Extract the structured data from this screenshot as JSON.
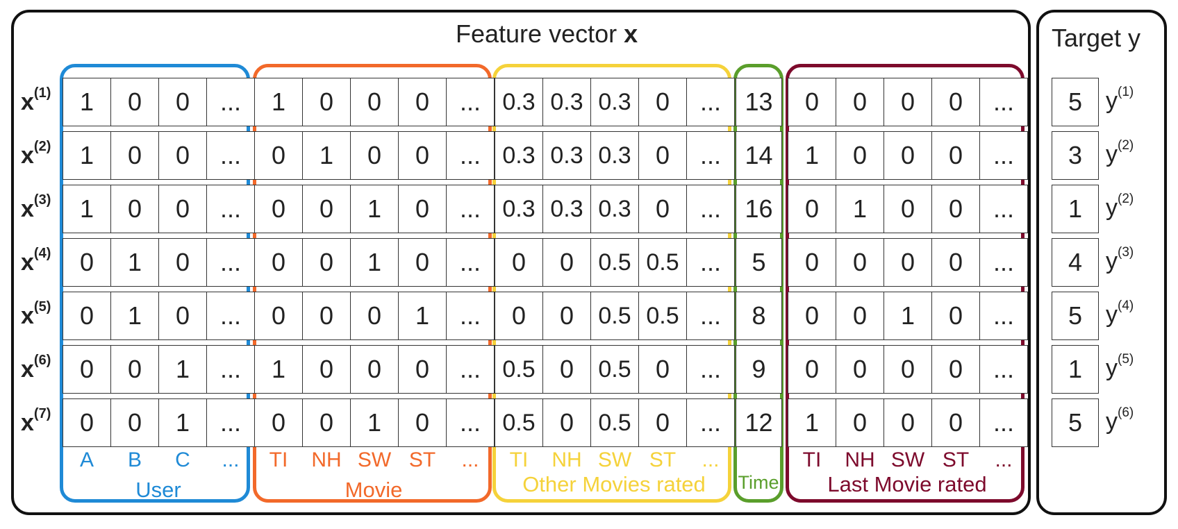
{
  "title": {
    "text": "Feature vector",
    "bold": "x"
  },
  "target_title": "Target y",
  "colors": {
    "user": "#1f8ad6",
    "movie": "#f2692a",
    "other": "#f5d23a",
    "time": "#5a9e2b",
    "last": "#7d0a2c",
    "frame": "#111111"
  },
  "groups": [
    {
      "key": "user",
      "name": "User",
      "subs": [
        "A",
        "B",
        "C",
        "..."
      ]
    },
    {
      "key": "movie",
      "name": "Movie",
      "subs": [
        "TI",
        "NH",
        "SW",
        "ST",
        "..."
      ]
    },
    {
      "key": "other",
      "name": "Other Movies rated",
      "subs": [
        "TI",
        "NH",
        "SW",
        "ST",
        "..."
      ]
    },
    {
      "key": "time",
      "name": "Time",
      "subs": []
    },
    {
      "key": "last",
      "name": "Last Movie rated",
      "subs": [
        "TI",
        "NH",
        "SW",
        "ST",
        "..."
      ]
    }
  ],
  "rows": [
    {
      "label": "x",
      "sup": "(1)",
      "user": [
        "1",
        "0",
        "0",
        "..."
      ],
      "movie": [
        "1",
        "0",
        "0",
        "0",
        "..."
      ],
      "other": [
        "0.3",
        "0.3",
        "0.3",
        "0",
        "..."
      ],
      "time": [
        "13"
      ],
      "last": [
        "0",
        "0",
        "0",
        "0",
        "..."
      ],
      "target": "5",
      "ylabel": "y",
      "ysup": "(1)"
    },
    {
      "label": "x",
      "sup": "(2)",
      "user": [
        "1",
        "0",
        "0",
        "..."
      ],
      "movie": [
        "0",
        "1",
        "0",
        "0",
        "..."
      ],
      "other": [
        "0.3",
        "0.3",
        "0.3",
        "0",
        "..."
      ],
      "time": [
        "14"
      ],
      "last": [
        "1",
        "0",
        "0",
        "0",
        "..."
      ],
      "target": "3",
      "ylabel": "y",
      "ysup": "(2)"
    },
    {
      "label": "x",
      "sup": "(3)",
      "user": [
        "1",
        "0",
        "0",
        "..."
      ],
      "movie": [
        "0",
        "0",
        "1",
        "0",
        "..."
      ],
      "other": [
        "0.3",
        "0.3",
        "0.3",
        "0",
        "..."
      ],
      "time": [
        "16"
      ],
      "last": [
        "0",
        "1",
        "0",
        "0",
        "..."
      ],
      "target": "1",
      "ylabel": "y",
      "ysup": "(2)"
    },
    {
      "label": "x",
      "sup": "(4)",
      "user": [
        "0",
        "1",
        "0",
        "..."
      ],
      "movie": [
        "0",
        "0",
        "1",
        "0",
        "..."
      ],
      "other": [
        "0",
        "0",
        "0.5",
        "0.5",
        "..."
      ],
      "time": [
        "5"
      ],
      "last": [
        "0",
        "0",
        "0",
        "0",
        "..."
      ],
      "target": "4",
      "ylabel": "y",
      "ysup": "(3)"
    },
    {
      "label": "x",
      "sup": "(5)",
      "user": [
        "0",
        "1",
        "0",
        "..."
      ],
      "movie": [
        "0",
        "0",
        "0",
        "1",
        "..."
      ],
      "other": [
        "0",
        "0",
        "0.5",
        "0.5",
        "..."
      ],
      "time": [
        "8"
      ],
      "last": [
        "0",
        "0",
        "1",
        "0",
        "..."
      ],
      "target": "5",
      "ylabel": "y",
      "ysup": "(4)"
    },
    {
      "label": "x",
      "sup": "(6)",
      "user": [
        "0",
        "0",
        "1",
        "..."
      ],
      "movie": [
        "1",
        "0",
        "0",
        "0",
        "..."
      ],
      "other": [
        "0.5",
        "0",
        "0.5",
        "0",
        "..."
      ],
      "time": [
        "9"
      ],
      "last": [
        "0",
        "0",
        "0",
        "0",
        "..."
      ],
      "target": "1",
      "ylabel": "y",
      "ysup": "(5)"
    },
    {
      "label": "x",
      "sup": "(7)",
      "user": [
        "0",
        "0",
        "1",
        "..."
      ],
      "movie": [
        "0",
        "0",
        "1",
        "0",
        "..."
      ],
      "other": [
        "0.5",
        "0",
        "0.5",
        "0",
        "..."
      ],
      "time": [
        "12"
      ],
      "last": [
        "1",
        "0",
        "0",
        "0",
        "..."
      ],
      "target": "5",
      "ylabel": "y",
      "ysup": "(6)"
    }
  ]
}
